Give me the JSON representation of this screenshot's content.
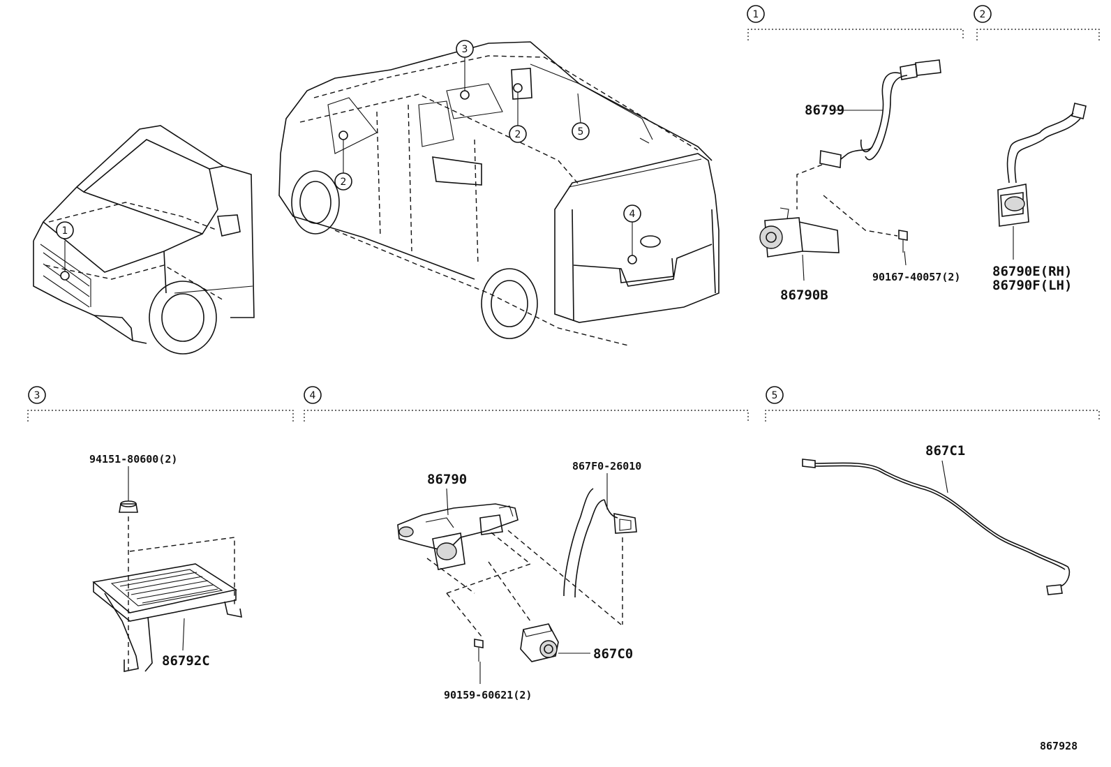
{
  "diagram_id": "867928",
  "callouts": [
    "1",
    "2",
    "3",
    "4",
    "5"
  ],
  "parts": {
    "wire_86799": "86799",
    "camera_86790B": "86790B",
    "bolt_90167": "90167-40057(2)",
    "camera_86790E": "86790E(RH)",
    "camera_86790F": "86790F(LH)",
    "nut_94151": "94151-80600(2)",
    "bracket_86792C": "86792C",
    "camera_86790": "86790",
    "wire_867F0": "867F0-26010",
    "camera_867C0": "867C0",
    "bolt_90159": "90159-60621(2)",
    "wire_867C1": "867C1"
  }
}
